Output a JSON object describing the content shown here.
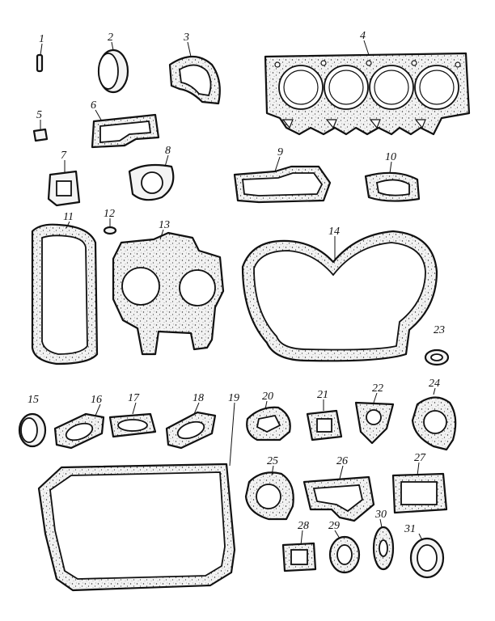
{
  "diagram": {
    "labels": [
      "1",
      "2",
      "3",
      "4",
      "5",
      "6",
      "7",
      "8",
      "9",
      "10",
      "11",
      "12",
      "13",
      "14",
      "15",
      "16",
      "17",
      "18",
      "19",
      "20",
      "21",
      "22",
      "23",
      "24",
      "25",
      "26",
      "27",
      "28",
      "29",
      "30",
      "31"
    ]
  }
}
